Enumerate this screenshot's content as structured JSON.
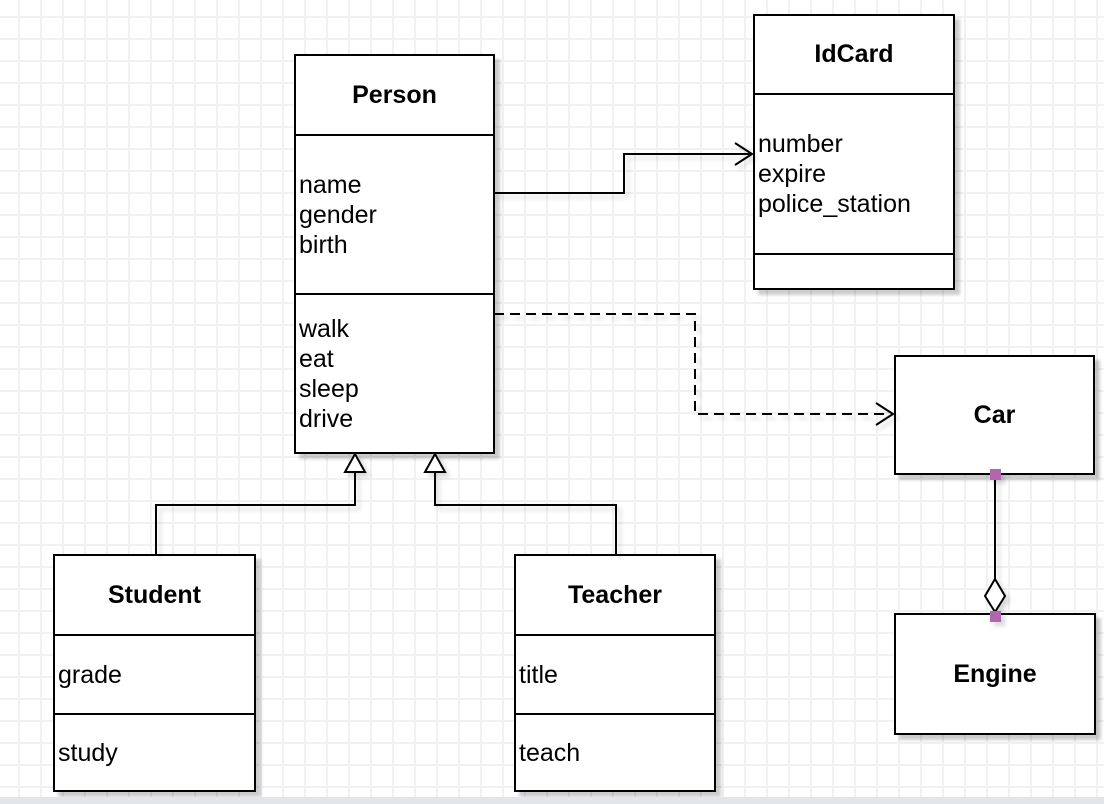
{
  "diagram": {
    "type": "uml-class-diagram",
    "classes": {
      "person": {
        "title": "Person",
        "attributes": [
          "name",
          "gender",
          "birth"
        ],
        "methods": [
          "walk",
          "eat",
          "sleep",
          "drive"
        ]
      },
      "idcard": {
        "title": "IdCard",
        "attributes": [
          "number",
          "expire",
          "police_station"
        ],
        "methods": []
      },
      "car": {
        "title": "Car",
        "attributes": [],
        "methods": []
      },
      "engine": {
        "title": "Engine",
        "attributes": [],
        "methods": []
      },
      "student": {
        "title": "Student",
        "attributes": [
          "grade"
        ],
        "methods": [
          "study"
        ]
      },
      "teacher": {
        "title": "Teacher",
        "attributes": [
          "title"
        ],
        "methods": [
          "teach"
        ]
      }
    },
    "relationships": [
      {
        "from": "Person",
        "to": "IdCard",
        "type": "association",
        "line": "solid",
        "arrow": "open"
      },
      {
        "from": "Person",
        "to": "Car",
        "type": "dependency",
        "line": "dashed",
        "arrow": "open"
      },
      {
        "from": "Student",
        "to": "Person",
        "type": "generalization",
        "line": "solid",
        "arrow": "hollow-triangle"
      },
      {
        "from": "Teacher",
        "to": "Person",
        "type": "generalization",
        "line": "solid",
        "arrow": "hollow-triangle"
      },
      {
        "from": "Car",
        "to": "Engine",
        "type": "aggregation",
        "line": "solid",
        "arrow": "hollow-diamond",
        "endpoint_markers": true
      }
    ],
    "colors": {
      "line": "#000000",
      "box_fill": "#ffffff",
      "box_border": "#000000",
      "grid_line": "#f1f1f4",
      "background": "#ffffff",
      "endpoint_marker": "#b266b2"
    }
  }
}
